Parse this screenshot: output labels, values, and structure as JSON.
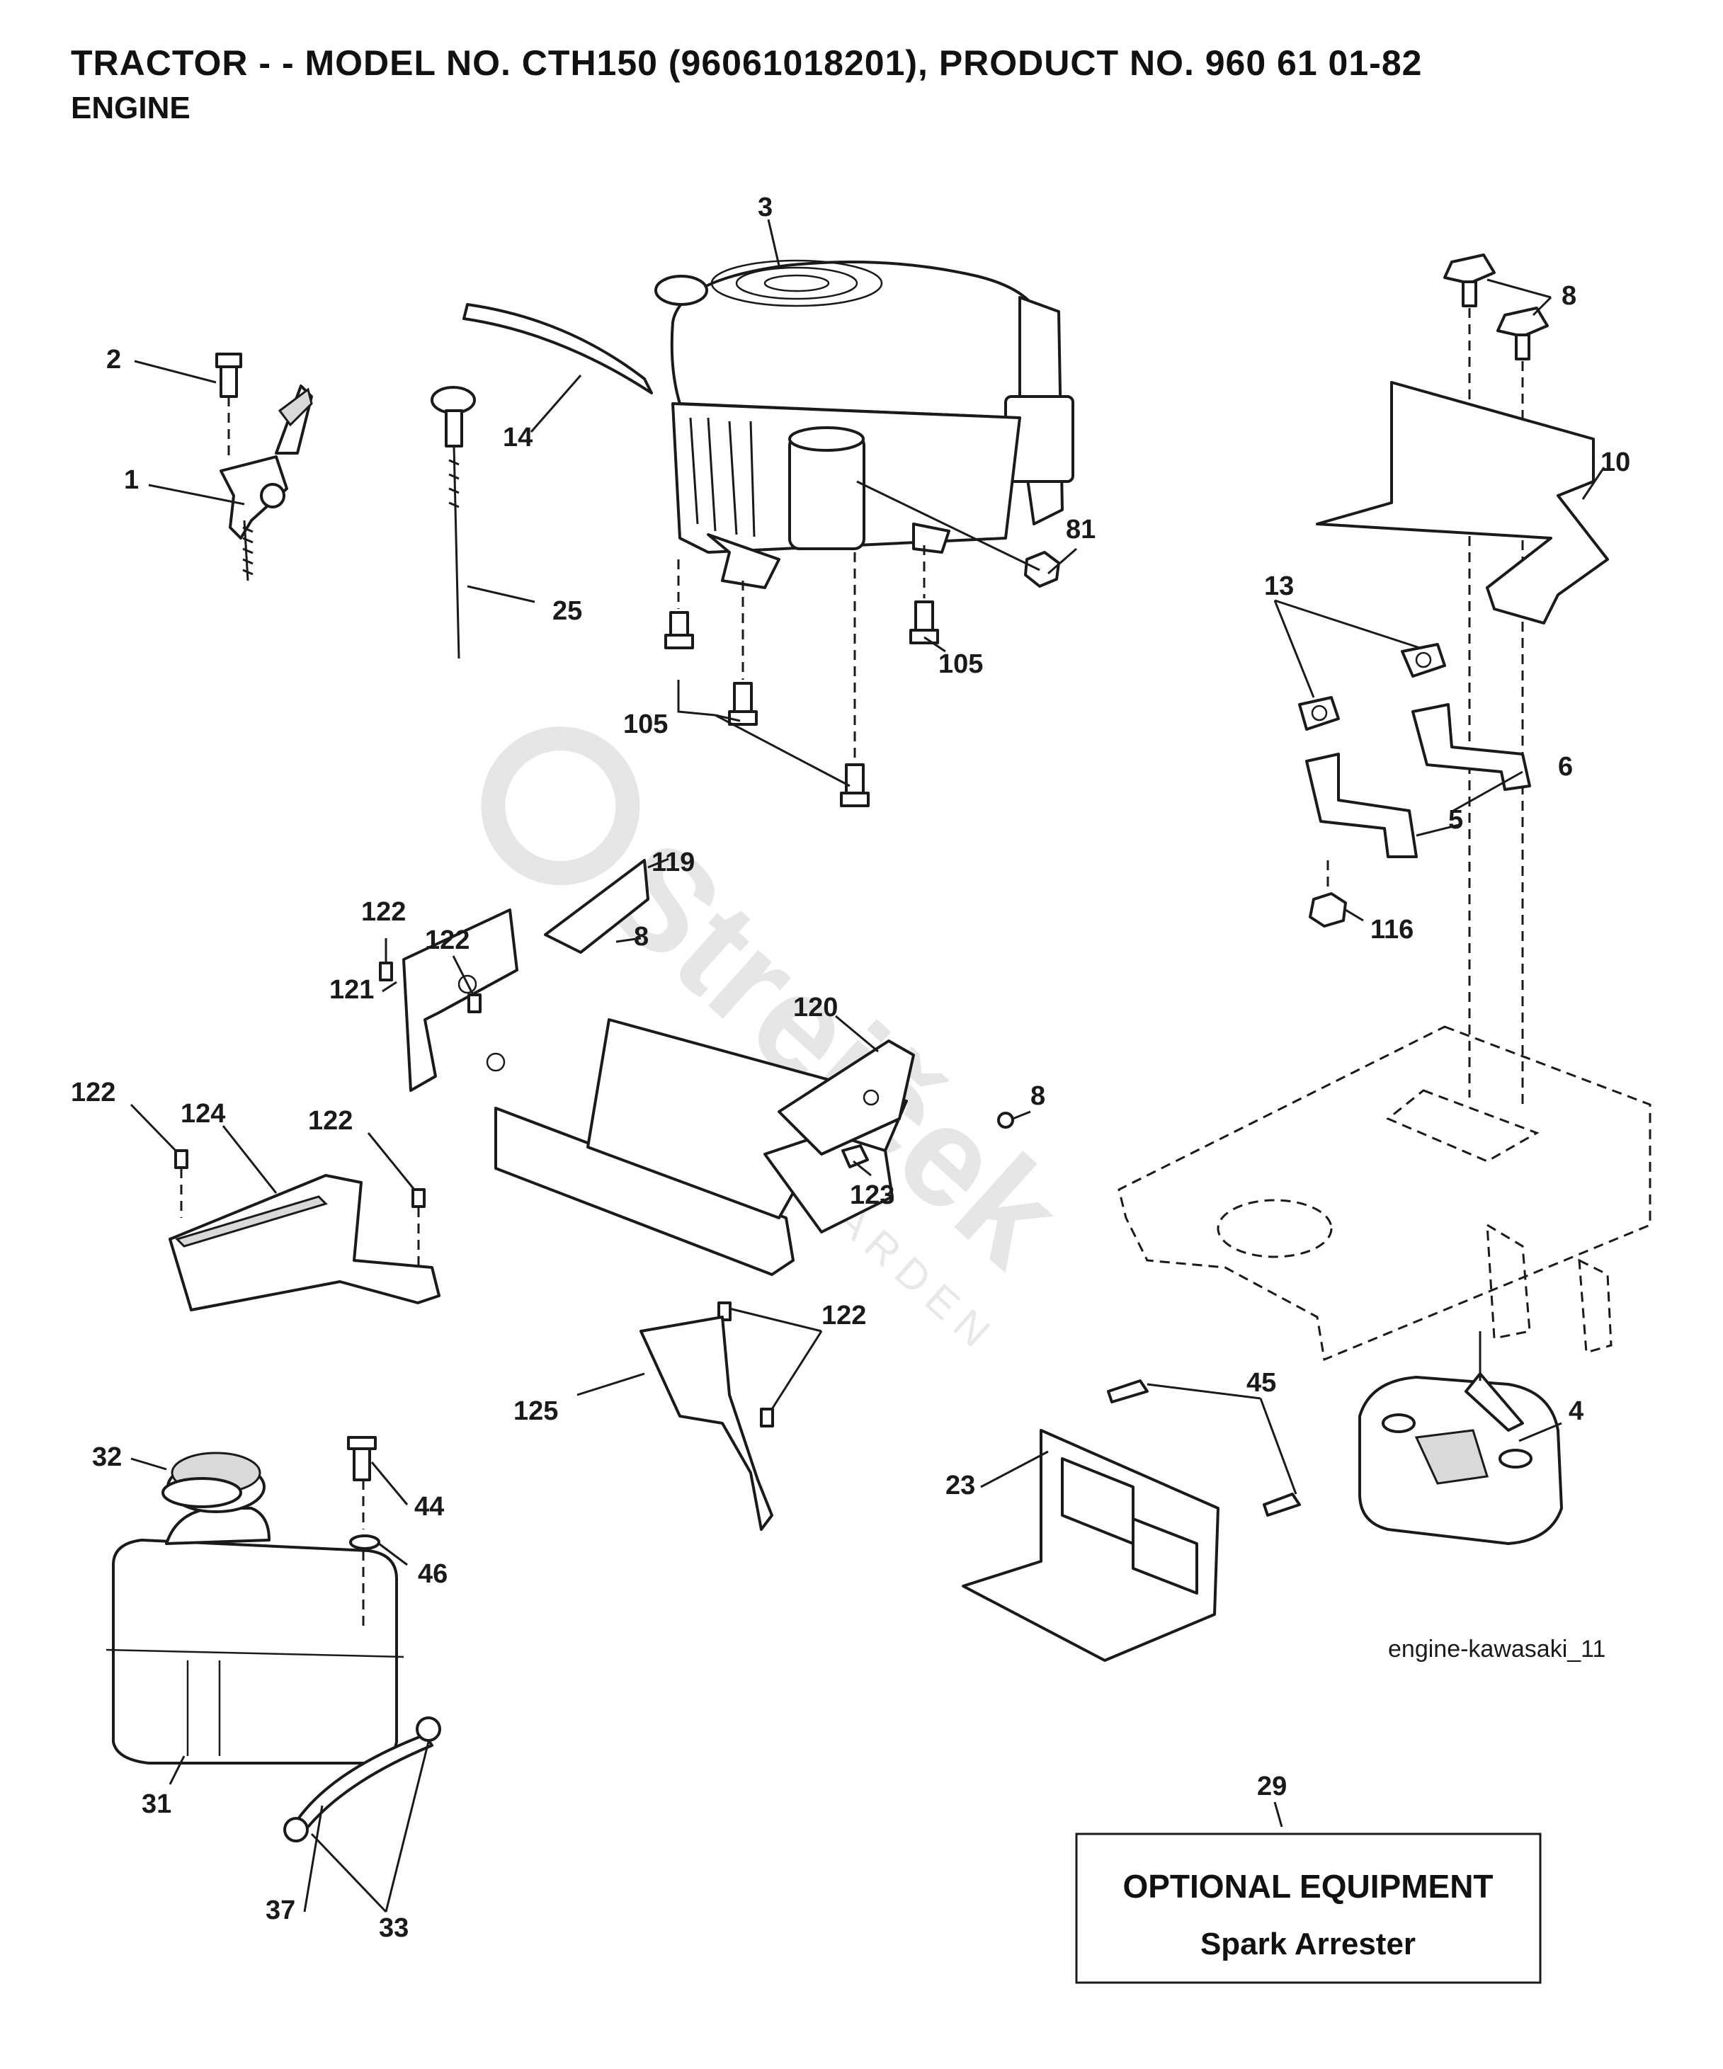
{
  "header": {
    "title": "TRACTOR - - MODEL NO. CTH150 (96061018201), PRODUCT NO. 960 61 01-82",
    "subtitle": "ENGINE"
  },
  "callouts": {
    "c1": "1",
    "c2": "2",
    "c3": "3",
    "c4": "4",
    "c5": "5",
    "c6": "6",
    "c8a": "8",
    "c8b": "8",
    "c8c": "8",
    "c10": "10",
    "c13": "13",
    "c14": "14",
    "c23": "23",
    "c25": "25",
    "c29": "29",
    "c31": "31",
    "c32": "32",
    "c33": "33",
    "c37": "37",
    "c44": "44",
    "c45": "45",
    "c46": "46",
    "c81": "81",
    "c105a": "105",
    "c105b": "105",
    "c116": "116",
    "c119": "119",
    "c120": "120",
    "c121": "121",
    "c122a": "122",
    "c122b": "122",
    "c122c": "122",
    "c122d": "122",
    "c122e": "122",
    "c123": "123",
    "c124": "124",
    "c125": "125"
  },
  "figure_id": "engine-kawasaki_11",
  "optional_box": {
    "heading": "OPTIONAL EQUIPMENT",
    "item": "Spark Arrester"
  },
  "watermark": {
    "brand": "Strejček",
    "sub": "GARDEN"
  }
}
